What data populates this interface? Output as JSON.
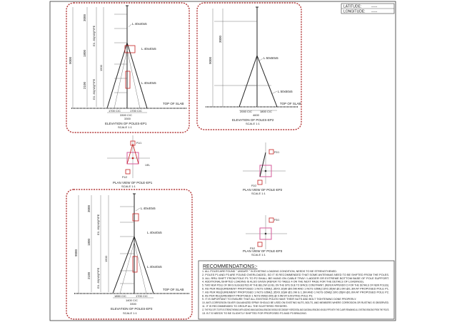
{
  "titleblock": {
    "latitude_label": "LATITUDE:",
    "latitude_value": "-----",
    "longitude_label": "LONGITUDE:",
    "longitude_value": "-----"
  },
  "elevations": [
    {
      "title": "ELEVATION OF POLES-EP1",
      "scale": "SCALE 1:1",
      "top_of_slab": "TOP OF SLAB",
      "members": [
        "L 40x40x5",
        "L 40x40x5",
        "L 40x40x5"
      ],
      "vertical_dims": [
        "3000",
        "1800",
        "1500",
        "2100",
        "9000"
      ],
      "pipe_labels": [
        "EX. 80(NB)PIPE",
        "EX. 80(NB)PIPE"
      ],
      "horizontal_dims": [
        "1700 C/C",
        "1700 C/C",
        "3300 C/C",
        "3300"
      ]
    },
    {
      "title": "ELEVATION OF POLES-EP2",
      "scale": "SCALE 1:1",
      "top_of_slab": "TOP OF SLAB",
      "members": [
        "L 50x50x5",
        "L 50x50x5"
      ],
      "vertical_dims": [
        "3000",
        "9000"
      ],
      "pipe_labels": [],
      "horizontal_dims": [
        "2000 C/C",
        "1800 C/C",
        "4600"
      ]
    },
    {
      "title": "ELEVATION OF POLES-EP3",
      "scale": "SCALE 1:1",
      "top_of_slab": "TOP OF SLAB",
      "members": [
        "L 40x40x5",
        "L 40x40x5",
        "L 40x40x5"
      ],
      "vertical_dims": [
        "3000",
        "1800",
        "1500",
        "2100",
        "9000"
      ],
      "pipe_labels": [
        "EX. 80(NB)PIPE",
        "EX. 80(NB)PIPE"
      ],
      "horizontal_dims": [
        "1850 C/C",
        "1700 C/C",
        "1400 C/C",
        "3300"
      ]
    }
  ],
  "plans": [
    {
      "title": "PLAN VIEW OF POLE-EP1",
      "scale": "SCALE 1:1",
      "p_top": "P1/1",
      "p_bottom": "P1/2",
      "note": "1/EL"
    },
    {
      "title": "PLAN VIEW OF POLE-EP2",
      "scale": "SCALE 1:1",
      "p_top": "P2/1",
      "p_bottom": "P2/2",
      "note": ""
    },
    {
      "title": "PLAN VIEW OF POLE-EP3",
      "scale": "SCALE 1:1",
      "p_top": "P3/1",
      "p_bottom": "P3/2",
      "note": ""
    }
  ],
  "recommendations": {
    "heading": "RECOMMENDATIONS:-",
    "items": [
      "1. ALL POLES ARE FOUND \" UNSAFE \" IN EXISTING LOADING CONDITION, NEEDS TO BE STRENGTHENED.",
      "2. POLES P1 AND P3 ARE FOUND OVERLOADED, SO IT IS RECOMMENDED THAT SOME ANTENNAS NEED TO BE SHIFTED FROM THE POLES.",
      "3. ALL RRU SHIFT FROM POLE P1 TO P2 SHALL BE HANG ON CABLE TRAY / LADDER OR EXTREME BOTTOM BASE OF POLE SUPPORT.",
      "4. ADDITIONAL/SHIFTED LOADING IS ALSO GIVEN (REFER TO TABLE 4 ON THE NEXT PAGE FOR THE DETAILS OF LOADINGS).",
      "5. TWO NEW POLE OF 9M IS SUGGESTED AT THE BELOW LEVEL ON THE SITE DUE TO SPACE CONSTRAINT. (REFER APPENDIX D FOR THE DETAILS OF NEW POLES).",
      "6. AS PER REQUIREMENT PROPOSED 1 NO'S G5M(1.35X0.16)M @0.5M AND 1 NO'S G5M(2.6X0.35)M @1.0M @1.3M AT PROPOSED POLE P1.",
      "7. AS PER REQUIREMENT PROPOSED 1 NO'S G5M(1.35X0.16)M @1.0M & 1.3M AND 1 NO'S G5M(2.6X0.35)M @1.0M AT PROPOSED POLE P2.",
      "8. AS PER REQUIREMENT PROPOSED 1 NO'S MW(0.6M) @ 0.5M AT EXISTING POLE P3.",
      "9. IT IS IMPORTANT TO ENSURE THAT ALL EXISTING POLES HAVE THEIR NUTS AND BOLT TIGHTENING DONE PROPERLY.",
      "10. ANTI-CORROSION SILVER GALVANIZED SPRAY SHOULD BE USED ON EXISTING NUTS, BOLTS, AND MEMBERS WHERE CORROSION OR RUSTING IS OBSERVED.",
      "11. IT IS RECOMMENDED TO GROUP ALL THE SCATTERED FEEDERS.",
      "12. THE POLE-EP1 TO EP3 IS STRENGTHENING WITH ADDING MAIN DIAGONAL BRACING 50X50L5 SECONDARY HORIZONTAL AND DIAGONAL BRACING 40X40L5 PIPE WITH THE CLAMP, REMAINING ALL EXISTING BRACING FROM THE POLES.",
      "13. B.T.S NEEDS TO BE SLIGHTLY SHIFTED FOR PROPOSED P2 AND P3 BRACING."
    ]
  },
  "colors": {
    "cloud": "#b43a3a",
    "steel": "#222222",
    "red": "#c42020",
    "pink": "#d55a9a"
  }
}
